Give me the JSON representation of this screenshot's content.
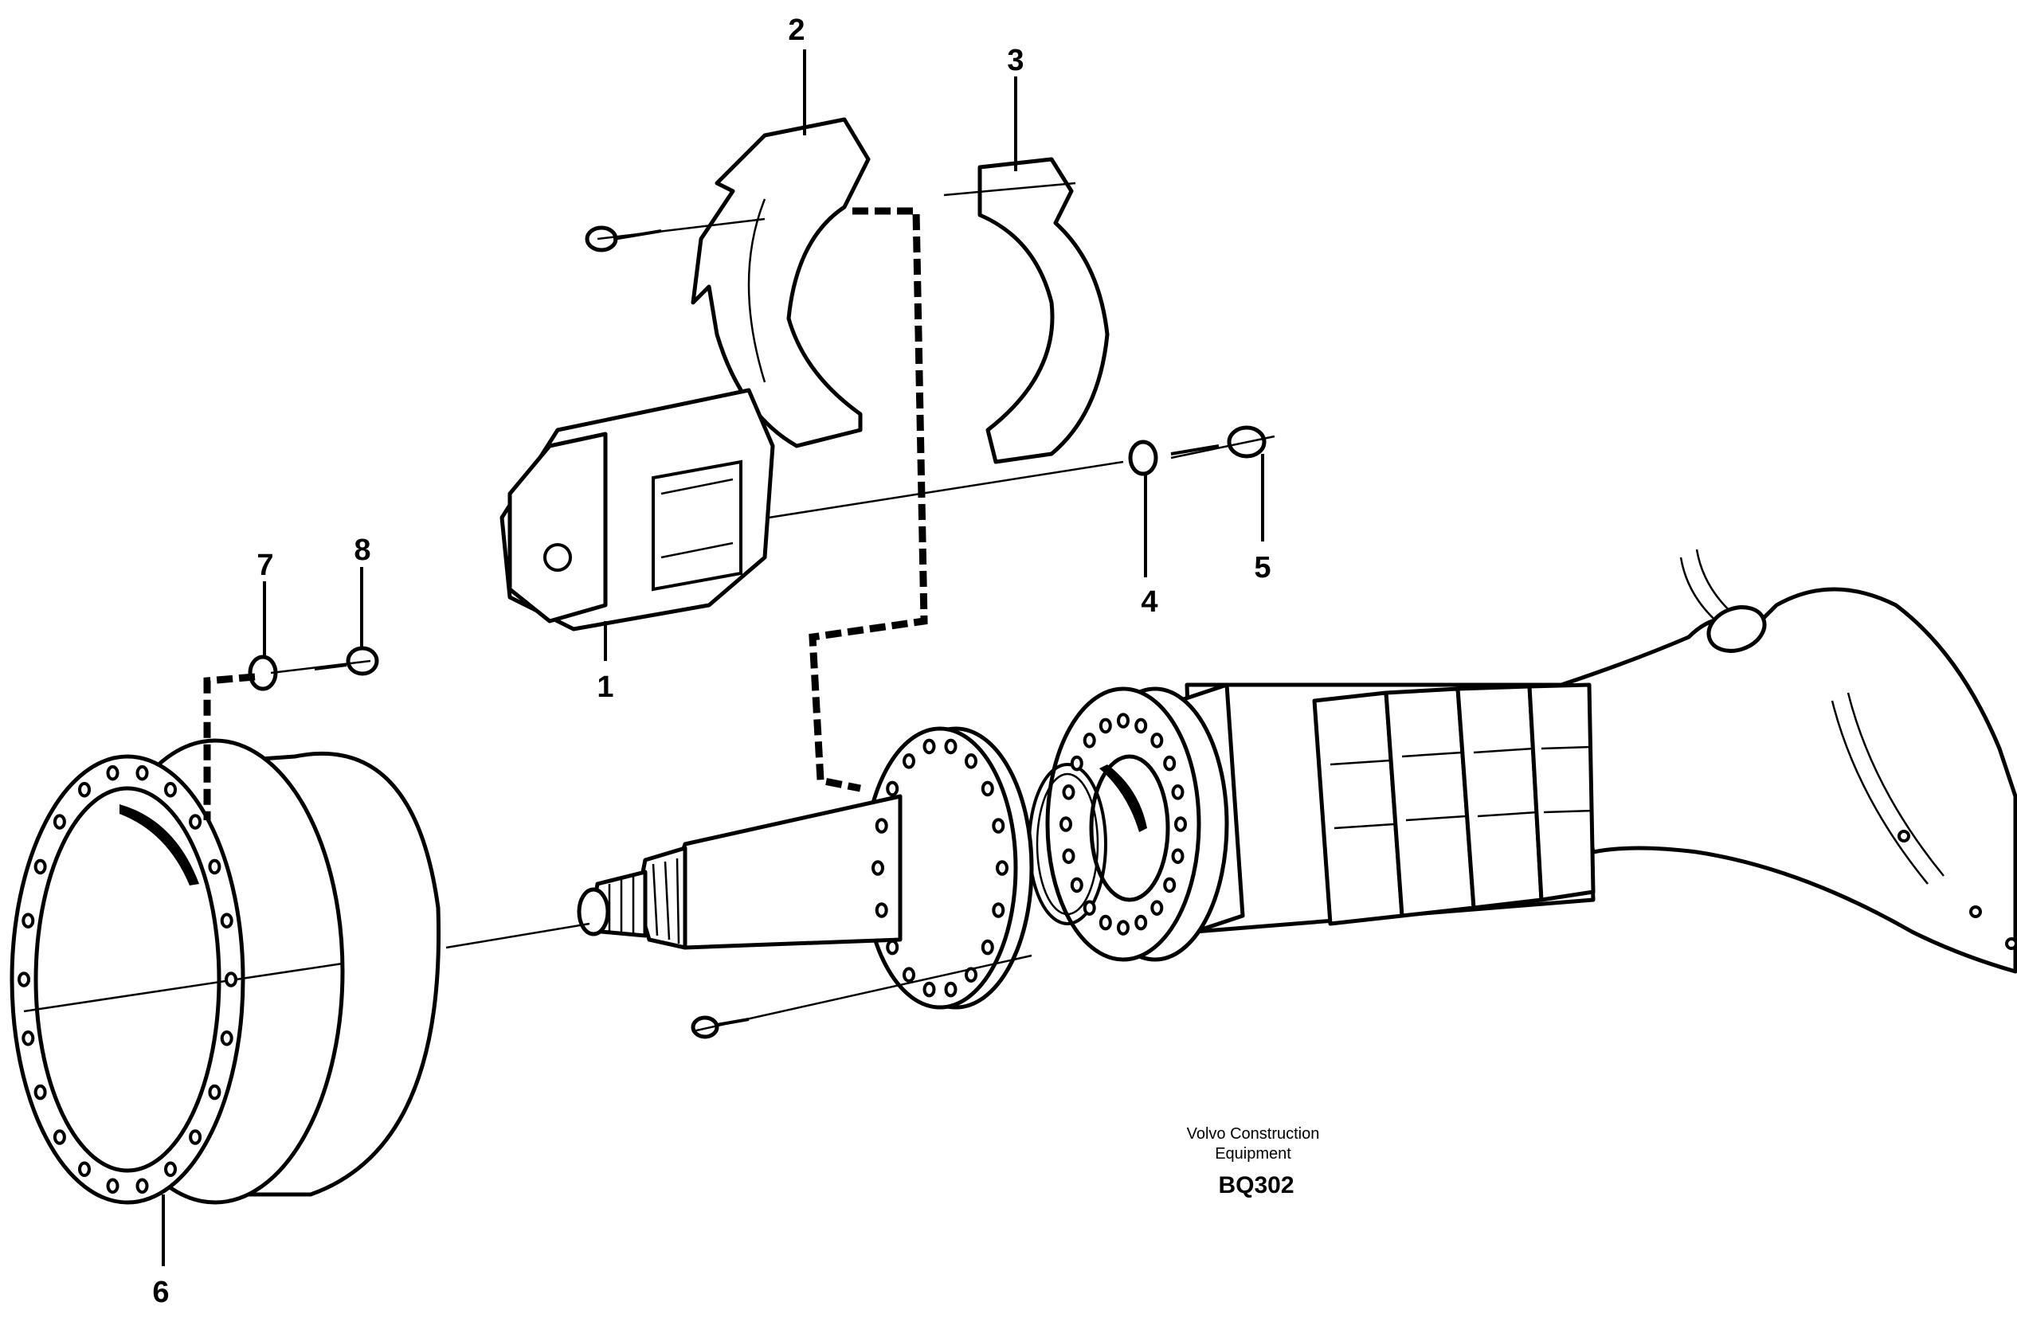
{
  "callouts": [
    {
      "number": "1",
      "part": "brake-caliper"
    },
    {
      "number": "2",
      "part": "caliper-bracket-upper"
    },
    {
      "number": "3",
      "part": "caliper-bracket-lower"
    },
    {
      "number": "4",
      "part": "washer"
    },
    {
      "number": "5",
      "part": "bolt"
    },
    {
      "number": "6",
      "part": "brake-disc-hub"
    },
    {
      "number": "7",
      "part": "washer"
    },
    {
      "number": "8",
      "part": "bolt"
    }
  ],
  "credit": {
    "line1": "Volvo Construction",
    "line2": "Equipment",
    "code": "BQ302"
  }
}
